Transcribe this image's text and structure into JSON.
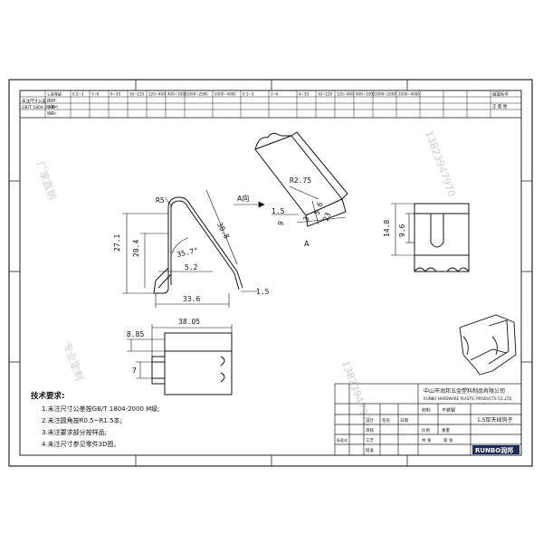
{
  "tolerance_table": {
    "title": "未注尺寸公差",
    "standard": "GB/T 1804-2000",
    "header_cells": [
      "公差等级",
      "0.5~3",
      "3~6",
      "6~30",
      "30~120",
      "120~400",
      "400~1000",
      "1000~2000",
      "2000~4000",
      "0.5~3",
      "3~6",
      "6~30",
      "30~120",
      "120~400",
      "400~1000",
      "1000~2000",
      "2000~4000"
    ],
    "row_labels": [
      "精密f",
      "中等m",
      "粗糙c"
    ],
    "right_header": "版面标号",
    "right_cell": "正 面 图"
  },
  "dimensions": {
    "r5": "R5",
    "d38_8": "38.8",
    "d27_1": "27.1",
    "d20_4": "20.4",
    "angle": "35.7°",
    "d5_2": "5.2",
    "d33_6": "33.6",
    "d1_5a": "1.5",
    "r2_75": "R2.75",
    "d1_5b": "1.5",
    "d9": "9",
    "d3": "3",
    "d5_6": "5.6",
    "d23": "23",
    "view_a": "A向",
    "label_a": "A",
    "d14_8": "14.8",
    "d9_6": "9.6",
    "d38_05": "38.05",
    "d8_85": "8.85",
    "d7": "7"
  },
  "notes": {
    "title": "技术要求:",
    "items": [
      "1.未注尺寸公差按GB/T 1804-2000 M级;",
      "2.未注圆角按R0.5~R1.5本;",
      "3.未注要求部分按样品;",
      "4.未注尺寸参见零件3D图。"
    ]
  },
  "title_block": {
    "company_cn": "中山市润邦五金塑料制品有限公司",
    "company_en": "RUNBO HARDWARE PLASTIC PRODUCTS CO.,LTD",
    "material_label": "材料",
    "material_value": "不锈钢",
    "part_name": "1.5厚天线钩子",
    "cells": [
      "设计",
      "审核",
      "工艺",
      "标准化",
      "批准",
      "比例",
      "重量",
      "共 张",
      "第 张",
      "日期",
      "签名"
    ],
    "logo": "RUNBO润邦"
  },
  "watermarks": [
    "厂家直销",
    "13823947970",
    "专业定制"
  ]
}
